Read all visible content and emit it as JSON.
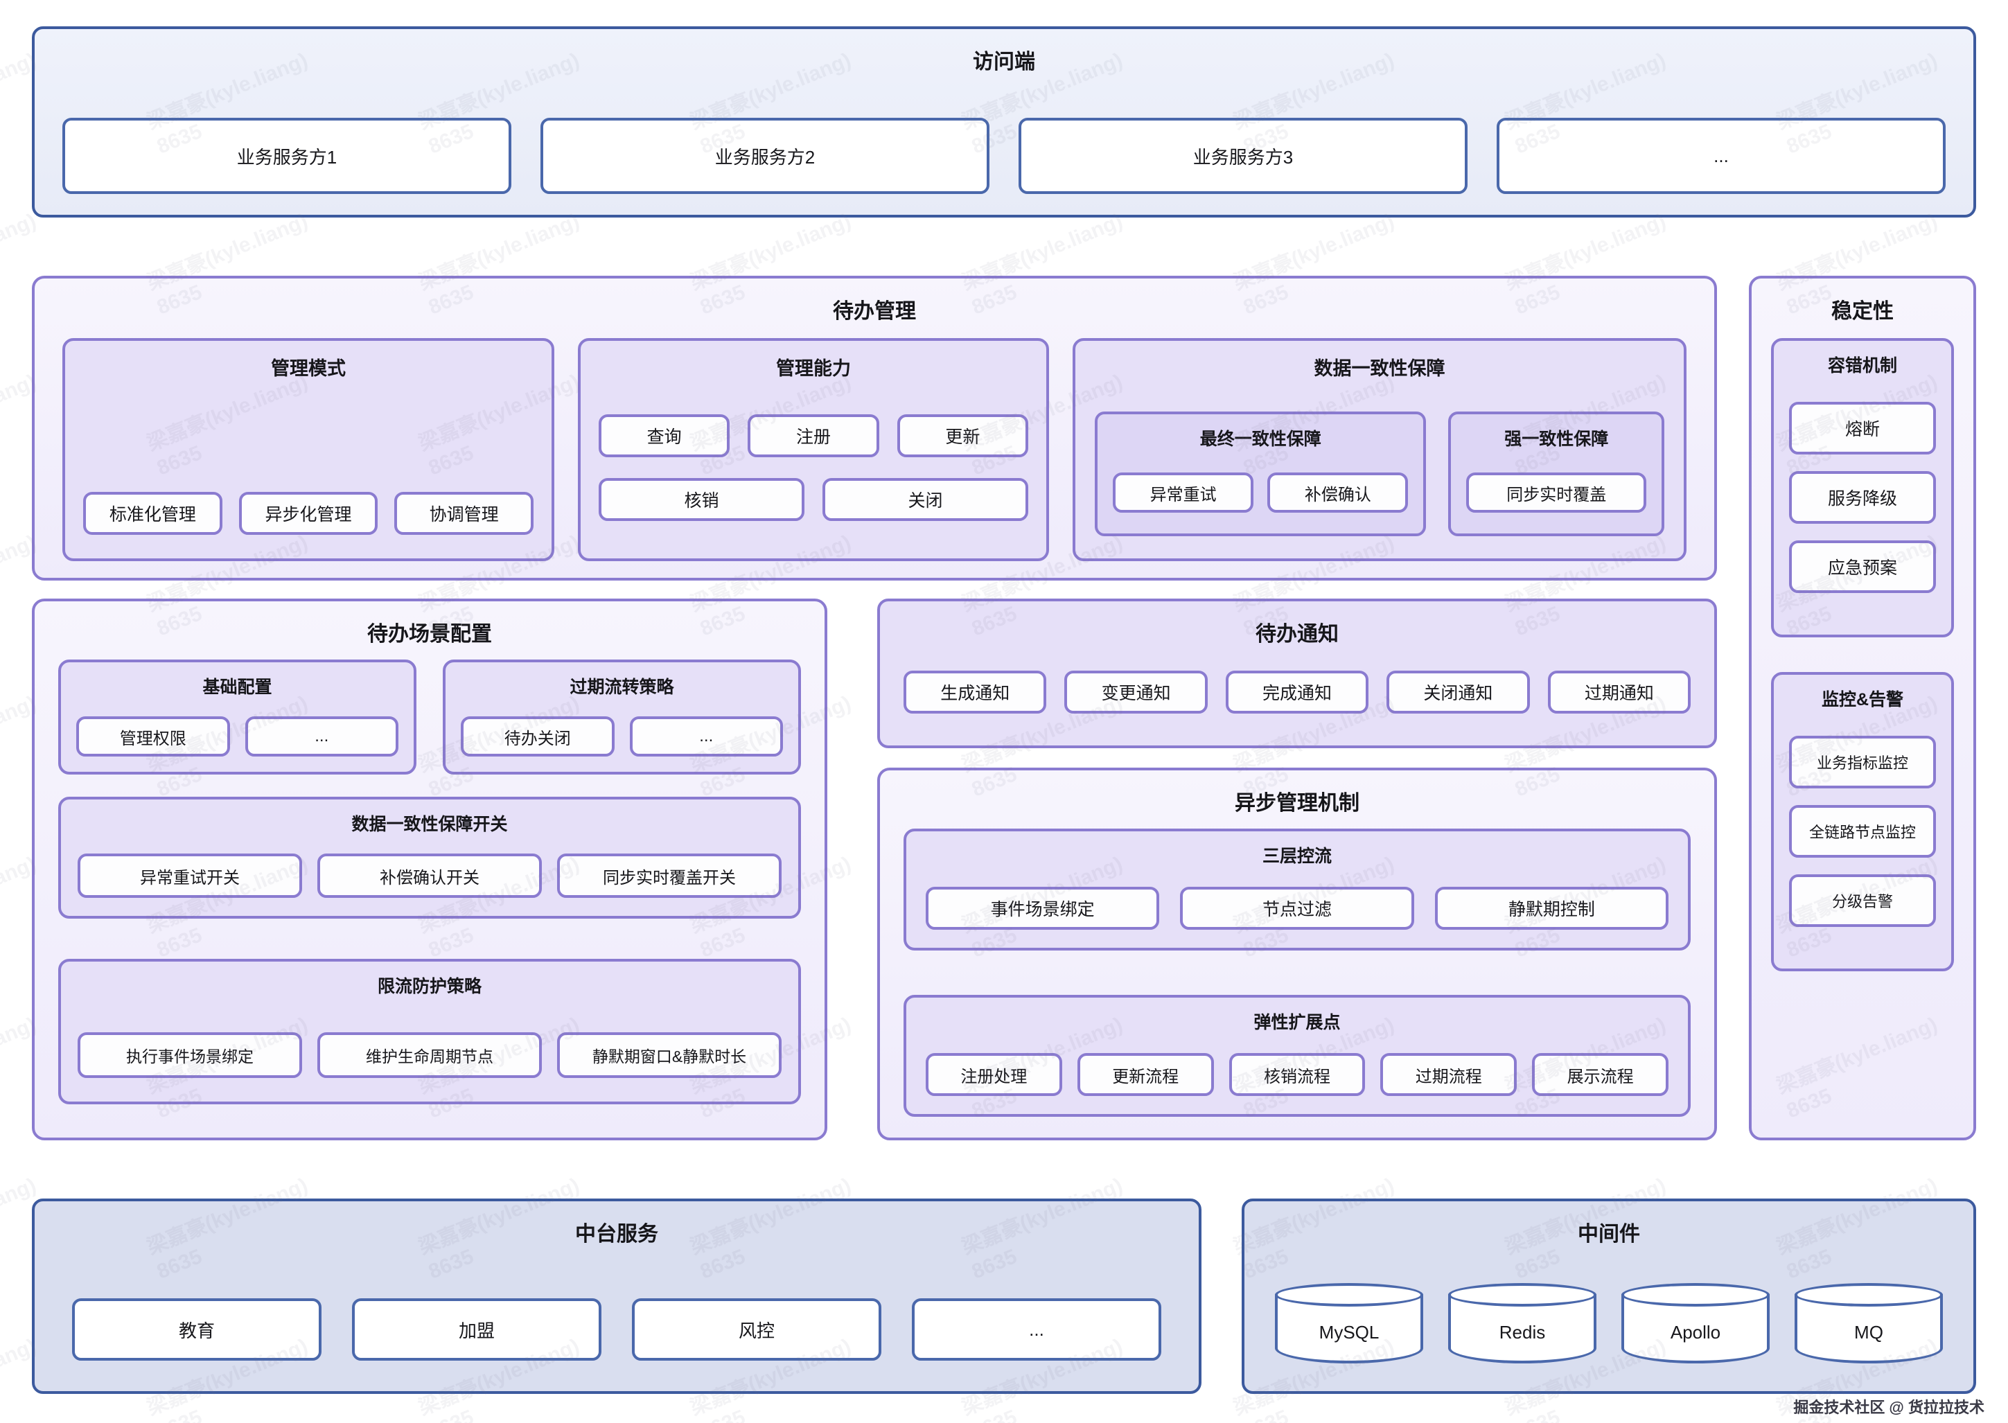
{
  "access": {
    "title": "访问端",
    "clients": [
      "业务服务方1",
      "业务服务方2",
      "业务服务方3",
      "..."
    ]
  },
  "todo_management": {
    "title": "待办管理",
    "management_mode": {
      "title": "管理模式",
      "items": [
        "标准化管理",
        "异步化管理",
        "协调管理"
      ]
    },
    "management_ability": {
      "title": "管理能力",
      "row1": [
        "查询",
        "注册",
        "更新"
      ],
      "row2": [
        "核销",
        "关闭"
      ]
    },
    "data_consistency": {
      "title": "数据一致性保障",
      "eventual": {
        "title": "最终一致性保障",
        "items": [
          "异常重试",
          "补偿确认"
        ]
      },
      "strong": {
        "title": "强一致性保障",
        "items": [
          "同步实时覆盖"
        ]
      }
    }
  },
  "scene_config": {
    "title": "待办场景配置",
    "basic": {
      "title": "基础配置",
      "items": [
        "管理权限",
        "..."
      ]
    },
    "expire_policy": {
      "title": "过期流转策略",
      "items": [
        "待办关闭",
        "..."
      ]
    },
    "consistency_switch": {
      "title": "数据一致性保障开关",
      "items": [
        "异常重试开关",
        "补偿确认开关",
        "同步实时覆盖开关"
      ]
    },
    "ratelimit": {
      "title": "限流防护策略",
      "items": [
        "执行事件场景绑定",
        "维护生命周期节点",
        "静默期窗口&静默时长"
      ]
    }
  },
  "todo_notify": {
    "title": "待办通知",
    "items": [
      "生成通知",
      "变更通知",
      "完成通知",
      "关闭通知",
      "过期通知"
    ]
  },
  "async_mechanism": {
    "title": "异步管理机制",
    "three_layer": {
      "title": "三层控流",
      "items": [
        "事件场景绑定",
        "节点过滤",
        "静默期控制"
      ]
    },
    "elastic_ext": {
      "title": "弹性扩展点",
      "items": [
        "注册处理",
        "更新流程",
        "核销流程",
        "过期流程",
        "展示流程"
      ]
    }
  },
  "stability": {
    "title": "稳定性",
    "fault_tolerance": {
      "title": "容错机制",
      "items": [
        "熔断",
        "服务降级",
        "应急预案"
      ]
    },
    "monitor_alert": {
      "title": "监控&告警",
      "items": [
        "业务指标监控",
        "全链路节点监控",
        "分级告警"
      ]
    }
  },
  "platform_services": {
    "title": "中台服务",
    "items": [
      "教育",
      "加盟",
      "风控",
      "..."
    ]
  },
  "middleware": {
    "title": "中间件",
    "items": [
      "MySQL",
      "Redis",
      "Apollo",
      "MQ"
    ]
  },
  "watermark": {
    "name": "梁嘉豪(kyle.liang)",
    "code": "8635"
  },
  "footer": {
    "credit": "掘金技术社区 @ 货拉拉技术"
  },
  "colors": {
    "blue_border": "#3c5a9e",
    "blue_fill": "#eff2fb",
    "blue_solid_fill": "#d9deef",
    "purple_border": "#8a7bd0",
    "purple_outer_fill": "#f7f5fd",
    "purple_mid_fill": "#e6e0f8",
    "purple_inner_fill": "#ddd6f5",
    "chip_fill": "#fdfdfe"
  }
}
